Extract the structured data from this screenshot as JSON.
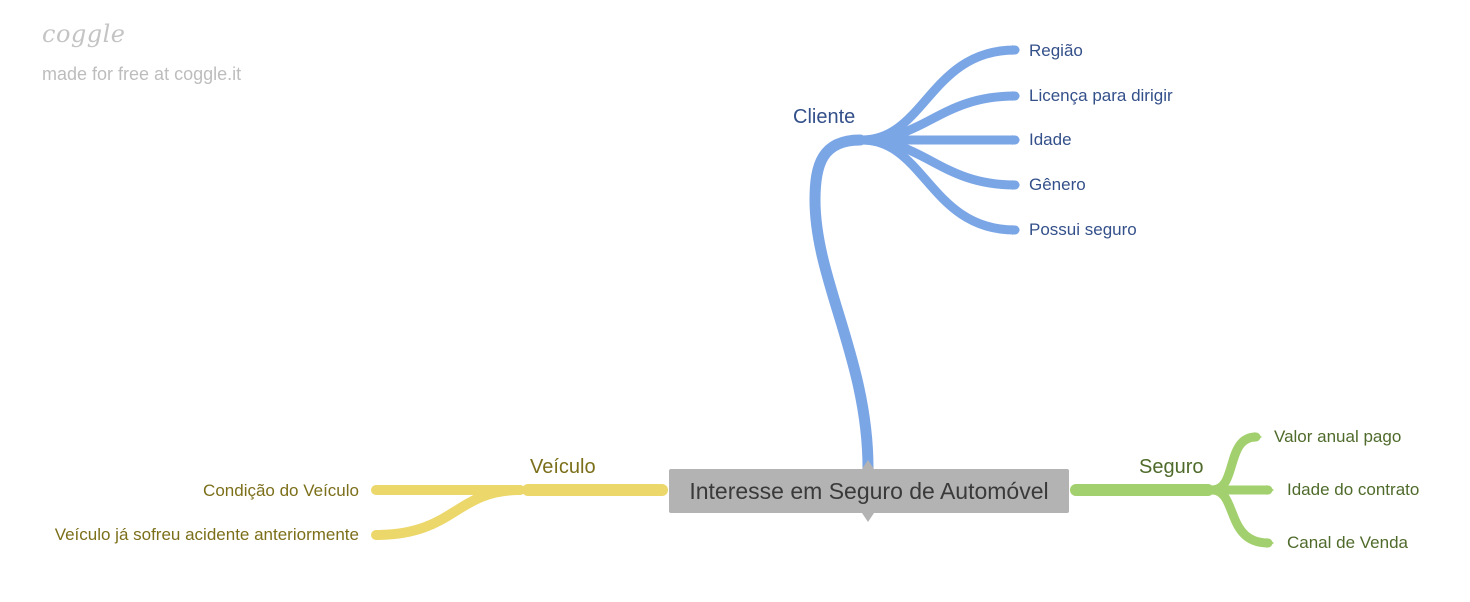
{
  "watermark": {
    "logo": "coggle",
    "subtitle": "made for free at coggle.it"
  },
  "central": {
    "label": "Interesse em Seguro de Automóvel",
    "color": "#b3b3b3"
  },
  "branches": {
    "cliente": {
      "label": "Cliente",
      "color": "#7ba6e6",
      "items": [
        "Região",
        "Licença para dirigir",
        "Idade",
        "Gênero",
        "Possui seguro"
      ]
    },
    "veiculo": {
      "label": "Veículo",
      "color": "#ecd76a",
      "items": [
        "Condição do Veículo",
        "Veículo já sofreu acidente anteriormente"
      ]
    },
    "seguro": {
      "label": "Seguro",
      "color": "#a3d06e",
      "items": [
        "Valor anual pago",
        "Idade do contrato",
        "Canal de Venda"
      ]
    }
  }
}
